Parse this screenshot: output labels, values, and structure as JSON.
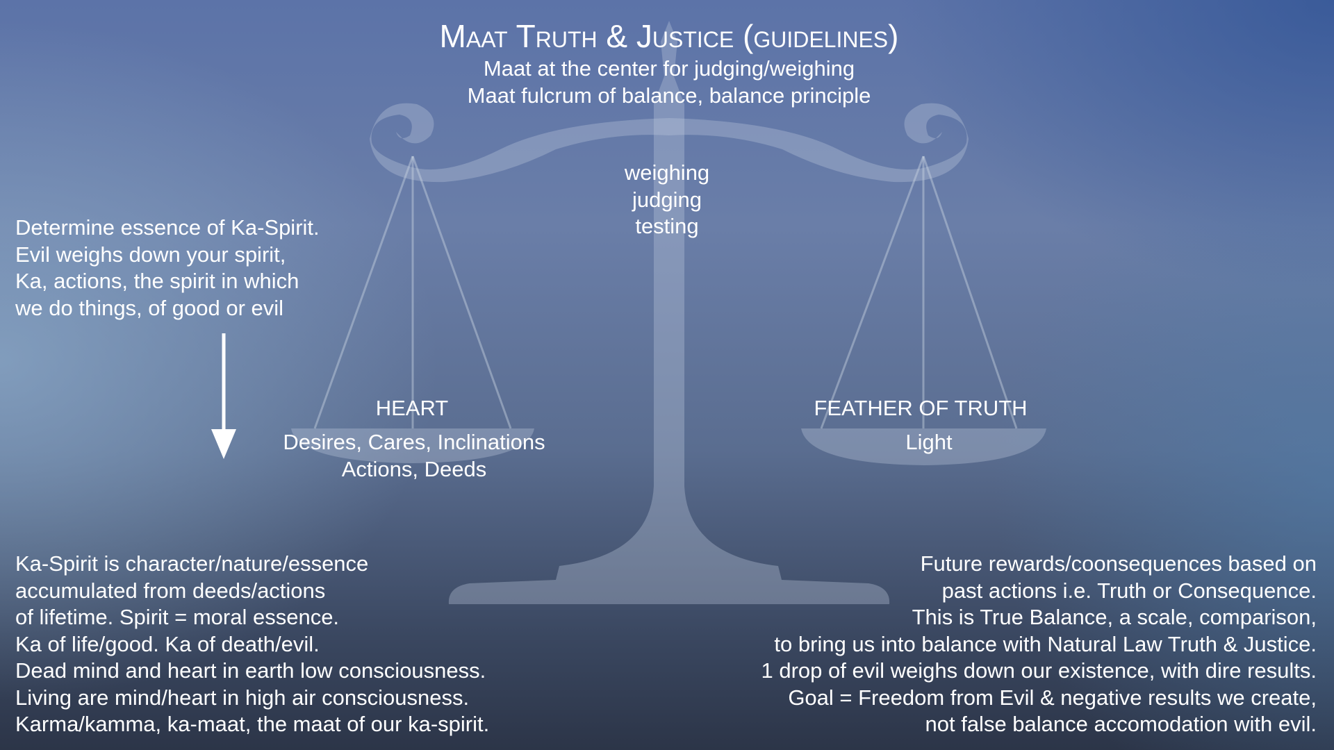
{
  "header": {
    "title": "Maat Truth & Justice (guidelines)",
    "subtitle_lines": [
      "Maat at the center for judging/weighing",
      "Maat fulcrum of balance, balance principle"
    ]
  },
  "center_words": [
    "weighing",
    "judging",
    "testing"
  ],
  "left_intro": [
    "Determine essence of Ka-Spirit.",
    "Evil weighs down your spirit,",
    "Ka, actions, the spirit in which",
    "we do things, of good or evil"
  ],
  "left_pan": {
    "label": "HEART",
    "lines": [
      "Desires, Cares, Inclinations",
      "Actions, Deeds"
    ]
  },
  "right_pan": {
    "label": "FEATHER OF TRUTH",
    "lines": [
      "Light"
    ]
  },
  "bottom_left": [
    "Ka-Spirit is character/nature/essence",
    "accumulated from deeds/actions",
    "of lifetime. Spirit = moral essence.",
    "Ka of life/good. Ka of death/evil.",
    "Dead mind and heart in earth low consciousness.",
    "Living are mind/heart in high air consciousness.",
    "Karma/kamma, ka-maat, the maat of our ka-spirit."
  ],
  "bottom_right": [
    "Future rewards/coonsequences based on",
    "past actions i.e. Truth or Consequence.",
    "This is True Balance, a scale, comparison,",
    "to bring us into balance with Natural Law Truth & Justice.",
    "1 drop of evil weighs down our existence, with dire results.",
    "Goal = Freedom from Evil & negative results we create,",
    "not false balance accomodation with evil."
  ],
  "icons": {
    "scale": "balance-scale-icon",
    "arrow": "arrow-down-icon"
  }
}
